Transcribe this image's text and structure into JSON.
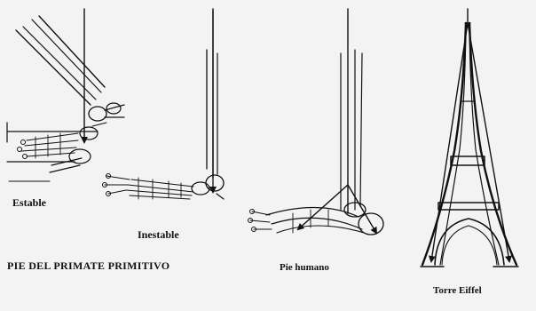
{
  "labels": {
    "stable": "Estable",
    "unstable": "Inestable",
    "primitive_primate": "PIE DEL PRIMATE PRIMITIVO",
    "human_foot": "Pie humano",
    "eiffel_tower": "Torre Eiffel"
  },
  "colors": {
    "background": "#f3f3f3",
    "ink": "#111111"
  },
  "icons": [
    "primate-foot-stable-illustration",
    "primate-foot-unstable-illustration",
    "human-foot-illustration",
    "eiffel-tower-illustration",
    "load-arrow-icon"
  ]
}
